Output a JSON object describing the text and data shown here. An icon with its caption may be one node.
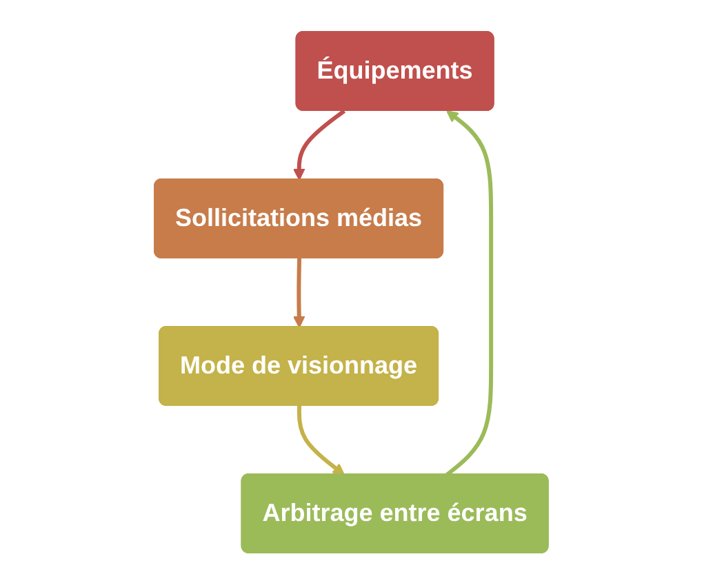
{
  "diagram": {
    "nodes": [
      {
        "text": [
          "Équipements"
        ]
      },
      {
        "text": [
          "Sollicitations médias"
        ]
      },
      {
        "text": [
          "Mode de visionnage"
        ]
      },
      {
        "text": [
          "Arbitrage entre écrans"
        ]
      }
    ],
    "edges": [
      {
        "from": 0,
        "to": 1,
        "arrow": "to",
        "color": "#c0504d"
      },
      {
        "from": 1,
        "to": 2,
        "arrow": "to",
        "color": "#c77c4a"
      },
      {
        "from": 2,
        "to": 3,
        "arrow": "to",
        "color": "#c4b24a"
      },
      {
        "from": 3,
        "to": 0,
        "arrow": "to",
        "color": "#9bbb59"
      }
    ]
  }
}
